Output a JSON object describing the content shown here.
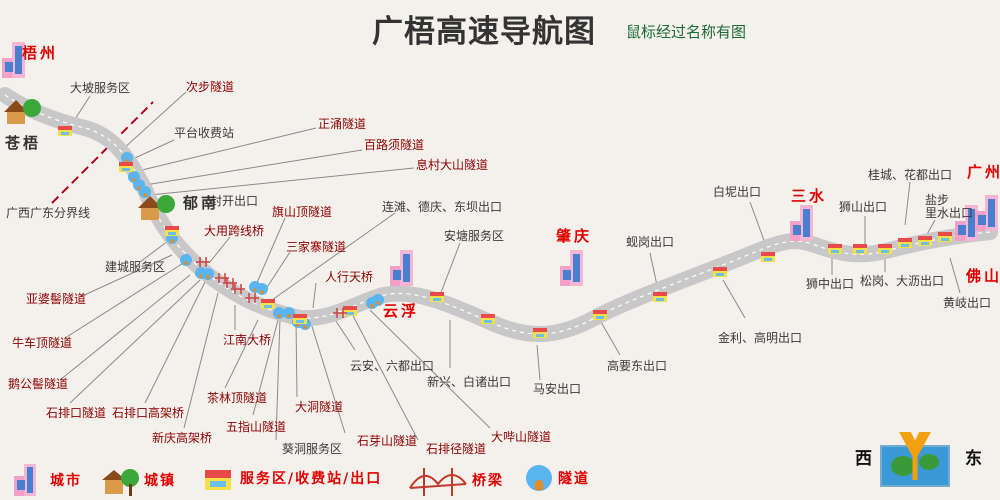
{
  "header": {
    "title": "广梧高速导航图",
    "subtitle": "鼠标经过名称有图"
  },
  "cities": [
    {
      "name": "梧州",
      "kind": "major"
    },
    {
      "name": "苍梧",
      "kind": "minor"
    },
    {
      "name": "郁南",
      "kind": "minor"
    },
    {
      "name": "云浮",
      "kind": "major"
    },
    {
      "name": "肇庆",
      "kind": "major"
    },
    {
      "name": "三水",
      "kind": "major"
    },
    {
      "name": "广州",
      "kind": "major"
    },
    {
      "name": "佛山",
      "kind": "major"
    }
  ],
  "labels": [
    {
      "text": "大坡服务区",
      "kind": "exit"
    },
    {
      "text": "次步隧道",
      "kind": "tunnel"
    },
    {
      "text": "平台收费站",
      "kind": "exit"
    },
    {
      "text": "正涌隧道",
      "kind": "tunnel"
    },
    {
      "text": "百路须隧道",
      "kind": "tunnel"
    },
    {
      "text": "息村大山隧道",
      "kind": "tunnel"
    },
    {
      "text": "封开出口",
      "kind": "exit"
    },
    {
      "text": "广西广东分界线",
      "kind": "exit"
    },
    {
      "text": "连滩、德庆、东坝出口",
      "kind": "exit"
    },
    {
      "text": "旗山顶隧道",
      "kind": "tunnel"
    },
    {
      "text": "大用跨线桥",
      "kind": "tunnel"
    },
    {
      "text": "三家寨隧道",
      "kind": "tunnel"
    },
    {
      "text": "安塘服务区",
      "kind": "exit"
    },
    {
      "text": "建城服务区",
      "kind": "exit"
    },
    {
      "text": "人行天桥",
      "kind": "tunnel"
    },
    {
      "text": "亚婆髻隧道",
      "kind": "tunnel"
    },
    {
      "text": "牛车顶隧道",
      "kind": "tunnel"
    },
    {
      "text": "江南大桥",
      "kind": "tunnel"
    },
    {
      "text": "鹅公髻隧道",
      "kind": "tunnel"
    },
    {
      "text": "云安、六都出口",
      "kind": "exit"
    },
    {
      "text": "新兴、白诸出口",
      "kind": "exit"
    },
    {
      "text": "马安出口",
      "kind": "exit"
    },
    {
      "text": "茶林顶隧道",
      "kind": "tunnel"
    },
    {
      "text": "石排口隧道",
      "kind": "tunnel"
    },
    {
      "text": "石排口高架桥",
      "kind": "tunnel"
    },
    {
      "text": "五指山隧道",
      "kind": "tunnel"
    },
    {
      "text": "大洞隧道",
      "kind": "tunnel"
    },
    {
      "text": "新庆高架桥",
      "kind": "tunnel"
    },
    {
      "text": "葵洞服务区",
      "kind": "exit"
    },
    {
      "text": "石芽山隧道",
      "kind": "tunnel"
    },
    {
      "text": "石排径隧道",
      "kind": "tunnel"
    },
    {
      "text": "大哔山隧道",
      "kind": "tunnel"
    },
    {
      "text": "蚬岗出口",
      "kind": "exit"
    },
    {
      "text": "白坭出口",
      "kind": "exit"
    },
    {
      "text": "金利、高明出口",
      "kind": "exit"
    },
    {
      "text": "高要东出口",
      "kind": "exit"
    },
    {
      "text": "狮山出口",
      "kind": "exit"
    },
    {
      "text": "桂城、花都出口",
      "kind": "exit"
    },
    {
      "text": "盐步",
      "kind": "exit"
    },
    {
      "text": "里水出口",
      "kind": "exit"
    },
    {
      "text": "狮中出口",
      "kind": "exit"
    },
    {
      "text": "松岗、大沥出口",
      "kind": "exit"
    },
    {
      "text": "黄岐出口",
      "kind": "exit"
    }
  ],
  "legend": {
    "city": "城市",
    "town": "城镇",
    "service": "服务区/收费站/出口",
    "bridge": "桥梁",
    "tunnel": "隧道"
  },
  "compass": {
    "west": "西",
    "east": "东"
  },
  "colors": {
    "road": "#c8c8c8",
    "tunnel_label": "#8b0000",
    "city_label": "#e00000",
    "border_line": "#b0001e"
  }
}
